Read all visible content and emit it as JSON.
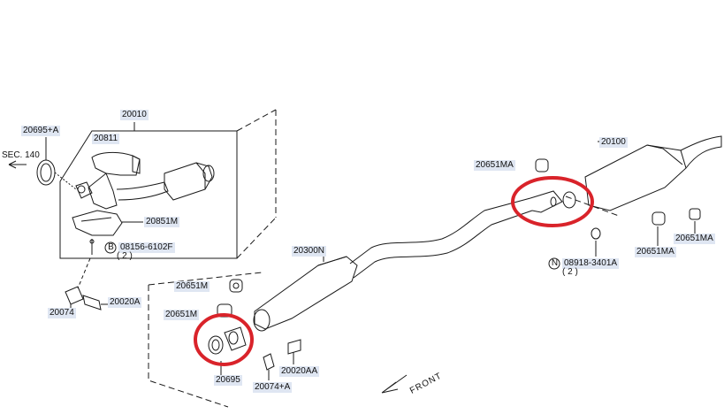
{
  "labels": {
    "p20010": "20010",
    "p20811": "20811",
    "p20695a": "20695+A",
    "sec140": "SEC. 140",
    "p20851m": "20851M",
    "p08156": "08156-6102F",
    "p08156qty": "( 2 )",
    "p20074": "20074",
    "p20020a": "20020A",
    "p20300n": "20300N",
    "p20651m_1": "20651M",
    "p20651m_2": "20651M",
    "p20695": "20695",
    "p20074a": "20074+A",
    "p20020aa": "20020AA",
    "p20651ma_1": "20651MA",
    "p20100": "20100",
    "p20651ma_2": "20651MA",
    "p20651ma_3": "20651MA",
    "p08918": "08918-3401A",
    "p08918qty": "( 2 )",
    "front": "FRONT",
    "callout_b": "B",
    "callout_n": "N"
  },
  "colors": {
    "line": "#1a1a1a",
    "highlight": "#d9232a",
    "label_bg": "#dfe6f2"
  }
}
